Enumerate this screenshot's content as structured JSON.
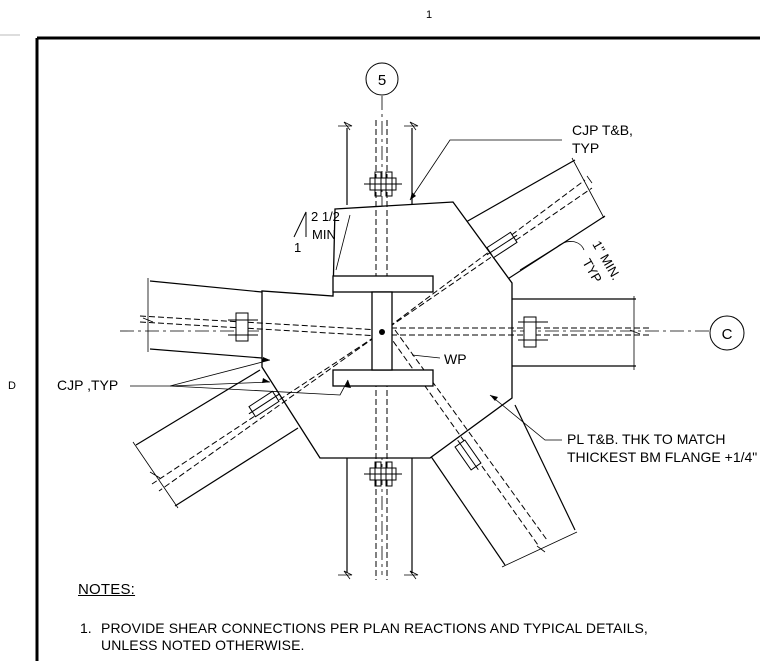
{
  "sheet": {
    "column_label": "1",
    "row_label": "D"
  },
  "gridlines": {
    "vertical": "5",
    "horizontal": "C"
  },
  "labels": {
    "cjp_tb": "CJP T&B,",
    "cjp_tb_2": "TYP",
    "slope_rise": "2 1/2",
    "slope_min": "MIN",
    "slope_run": "1",
    "one_inch_min": "1\" MIN.",
    "one_inch_typ": "TYP",
    "cjp_typ": "CJP ,TYP",
    "wp": "WP",
    "pl_1": "PL T&B. THK TO MATCH",
    "pl_2": "THICKEST BM FLANGE +1/4\""
  },
  "notes": {
    "heading": "NOTES:",
    "item_number": "1.",
    "item_line1": "PROVIDE SHEAR CONNECTIONS PER PLAN REACTIONS AND TYPICAL DETAILS,",
    "item_line2": "UNLESS NOTED OTHERWISE."
  }
}
